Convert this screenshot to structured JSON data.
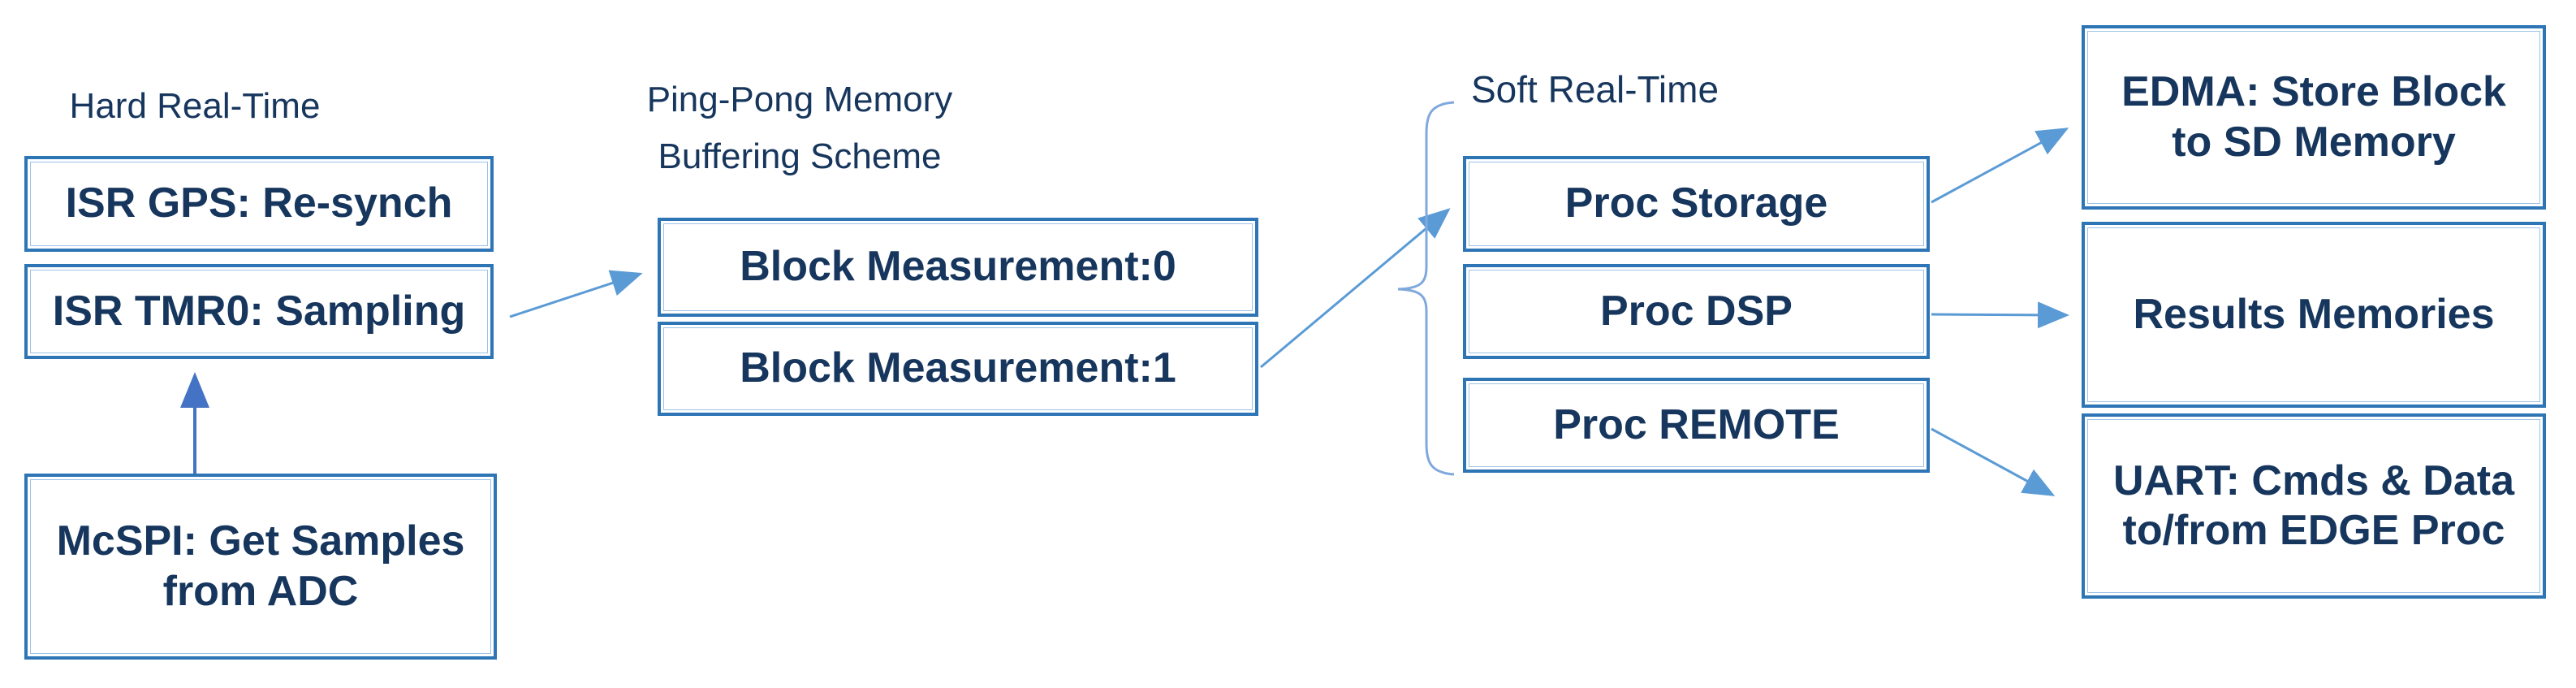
{
  "diagram": {
    "labels": {
      "hard_real_time": "Hard Real-Time",
      "ping_pong_line1": "Ping-Pong Memory",
      "ping_pong_line2": "Buffering Scheme",
      "soft_real_time": "Soft Real-Time"
    },
    "nodes": {
      "isr_gps": {
        "label": "ISR GPS: Re-synch"
      },
      "isr_tmr0": {
        "label": "ISR TMR0: Sampling"
      },
      "mcspi": {
        "label": "McSPI: Get Samples from ADC"
      },
      "block0": {
        "label": "Block Measurement:0"
      },
      "block1": {
        "label": "Block Measurement:1"
      },
      "proc_storage": {
        "label": "Proc Storage"
      },
      "proc_dsp": {
        "label": "Proc DSP"
      },
      "proc_remote": {
        "label": "Proc REMOTE"
      },
      "edma": {
        "label": "EDMA: Store Block to SD Memory"
      },
      "results": {
        "label": "Results Memories"
      },
      "uart": {
        "label": "UART: Cmds & Data to/from EDGE Proc"
      }
    },
    "edges": [
      {
        "from": "mcspi",
        "to": "isr_tmr0"
      },
      {
        "from": "isr_tmr0",
        "to": "block0"
      },
      {
        "from": "block1",
        "to": "proc_storage"
      },
      {
        "from": "proc_storage",
        "to": "edma"
      },
      {
        "from": "proc_dsp",
        "to": "results"
      },
      {
        "from": "proc_remote",
        "to": "uart"
      }
    ],
    "groups": [
      {
        "label": "Hard Real-Time",
        "members": [
          "isr_gps",
          "isr_tmr0"
        ]
      },
      {
        "label": "Ping-Pong Memory Buffering Scheme",
        "members": [
          "block0",
          "block1"
        ]
      },
      {
        "label": "Soft Real-Time",
        "members": [
          "proc_storage",
          "proc_dsp",
          "proc_remote"
        ],
        "brace": true
      }
    ],
    "colors": {
      "background": "#ffffff",
      "box_border": "#2E75B6",
      "box_inner_line": "#9dc3e6",
      "text": "#17365D",
      "arrow": "#5B9BD5",
      "arrow_strong": "#4472C4",
      "brace": "#7FA8DC"
    }
  }
}
